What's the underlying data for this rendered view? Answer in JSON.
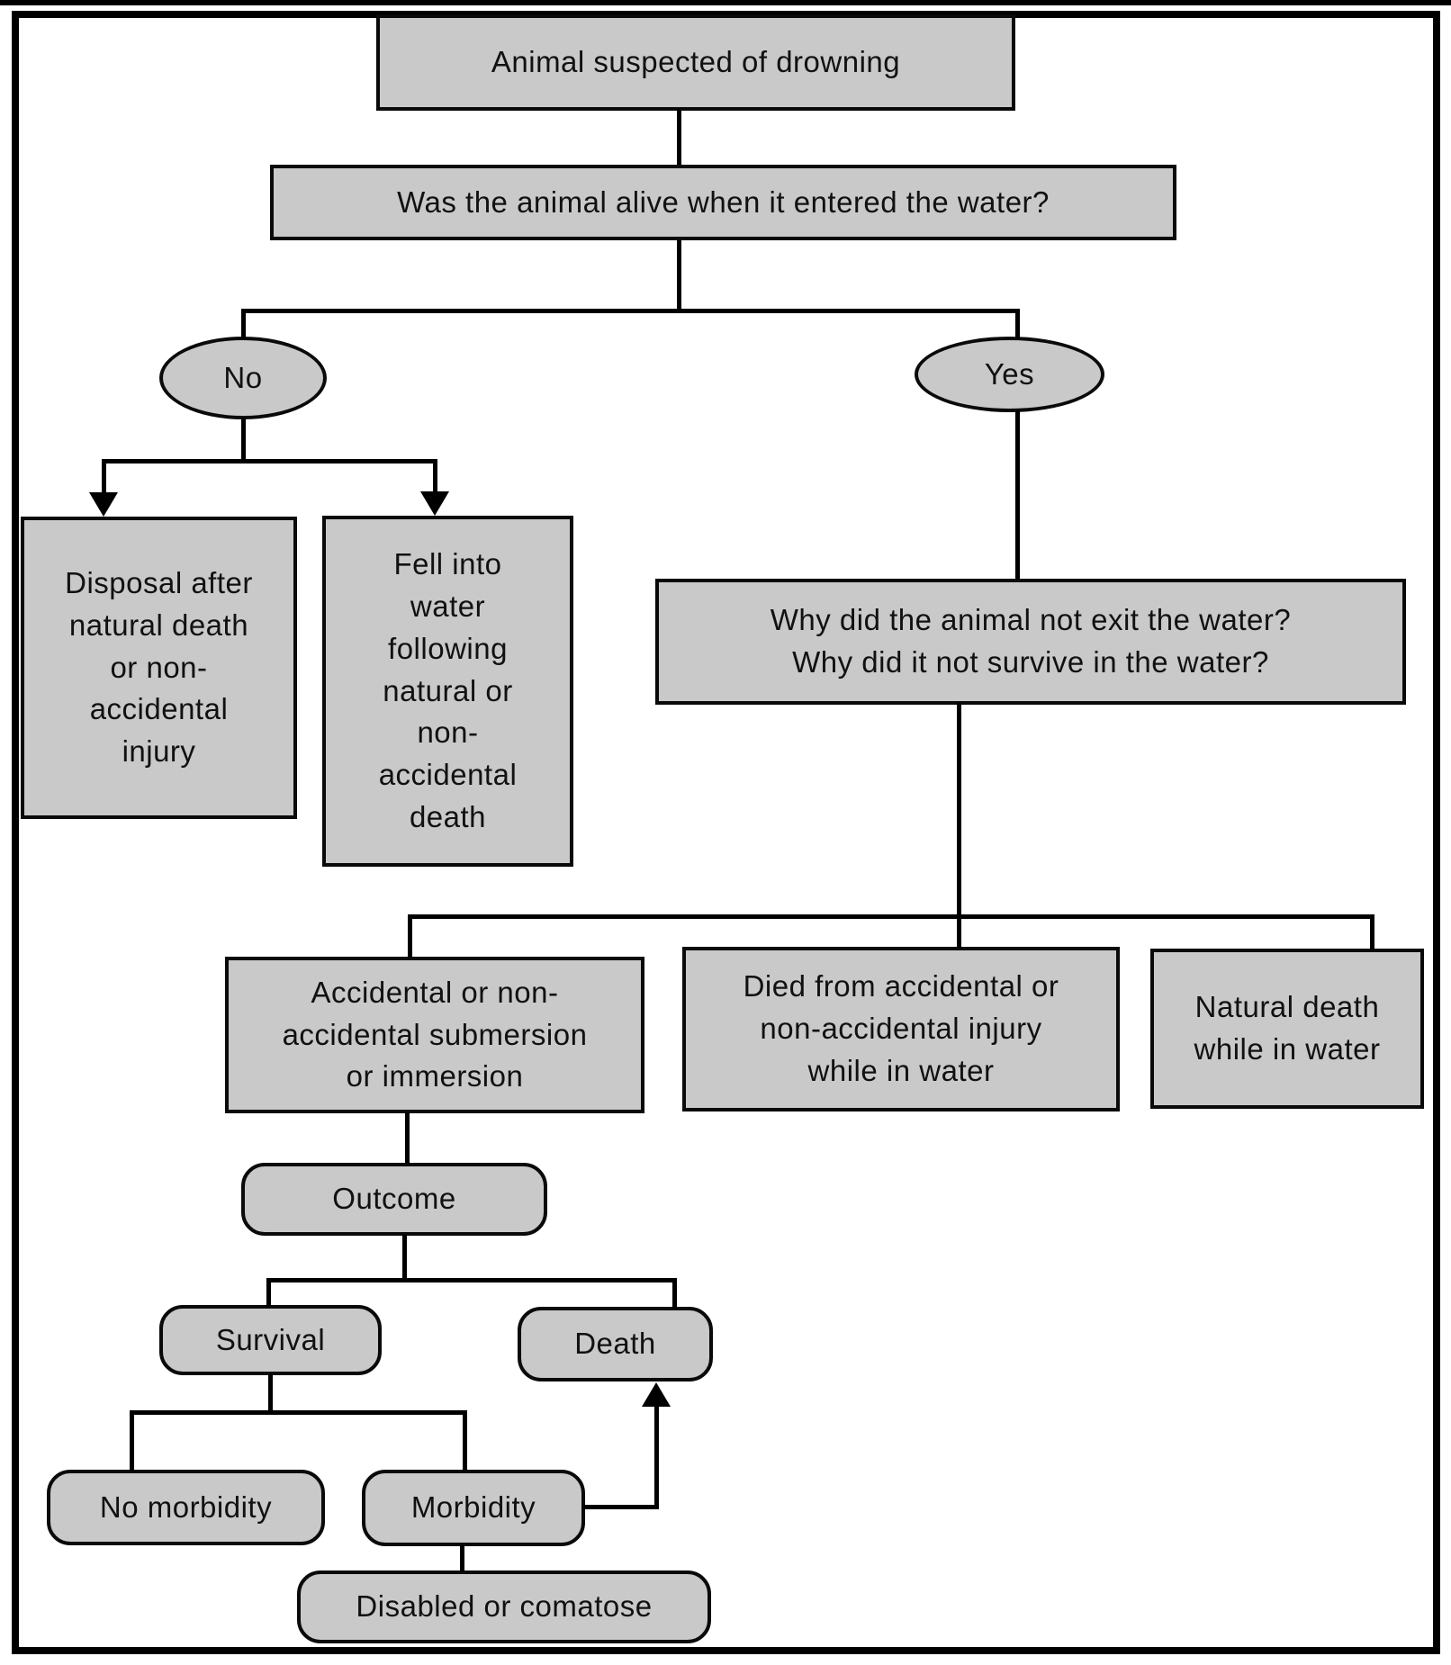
{
  "colors": {
    "node_fill": "#c9c9c9",
    "node_border": "#0a0a0a",
    "connector": "#000000",
    "background": "#ffffff",
    "text": "#111111"
  },
  "nodes": {
    "start": "Animal suspected of drowning",
    "alive_question": "Was the animal alive when it entered the water?",
    "no": "No",
    "yes": "Yes",
    "disposal": "Disposal after\nnatural death\nor non-\naccidental\ninjury",
    "fell_into_water": "Fell into\nwater\nfollowing\nnatural or\nnon-\naccidental\ndeath",
    "why_question": "Why did the animal not exit the water?\nWhy did it not survive in the water?",
    "submersion": "Accidental or non-\naccidental submersion\nor immersion",
    "died_injury": "Died from accidental or\nnon-accidental injury\nwhile in water",
    "natural_death_in_water": "Natural death\nwhile in water",
    "outcome": "Outcome",
    "survival": "Survival",
    "death": "Death",
    "no_morbidity": "No morbidity",
    "morbidity": "Morbidity",
    "disabled_comatose": "Disabled or comatose"
  },
  "edges": [
    {
      "from": "start",
      "to": "alive_question",
      "arrow": false
    },
    {
      "from": "alive_question",
      "to": "no",
      "arrow": false
    },
    {
      "from": "alive_question",
      "to": "yes",
      "arrow": false
    },
    {
      "from": "no",
      "to": "disposal",
      "arrow": true
    },
    {
      "from": "no",
      "to": "fell_into_water",
      "arrow": true
    },
    {
      "from": "yes",
      "to": "why_question",
      "arrow": false
    },
    {
      "from": "why_question",
      "to": "submersion",
      "arrow": false
    },
    {
      "from": "why_question",
      "to": "died_injury",
      "arrow": false
    },
    {
      "from": "why_question",
      "to": "natural_death_in_water",
      "arrow": false
    },
    {
      "from": "submersion",
      "to": "outcome",
      "arrow": false
    },
    {
      "from": "outcome",
      "to": "survival",
      "arrow": false
    },
    {
      "from": "outcome",
      "to": "death",
      "arrow": false
    },
    {
      "from": "survival",
      "to": "no_morbidity",
      "arrow": false
    },
    {
      "from": "survival",
      "to": "morbidity",
      "arrow": false
    },
    {
      "from": "morbidity",
      "to": "death",
      "arrow": true
    },
    {
      "from": "morbidity",
      "to": "disabled_comatose",
      "arrow": false
    }
  ]
}
